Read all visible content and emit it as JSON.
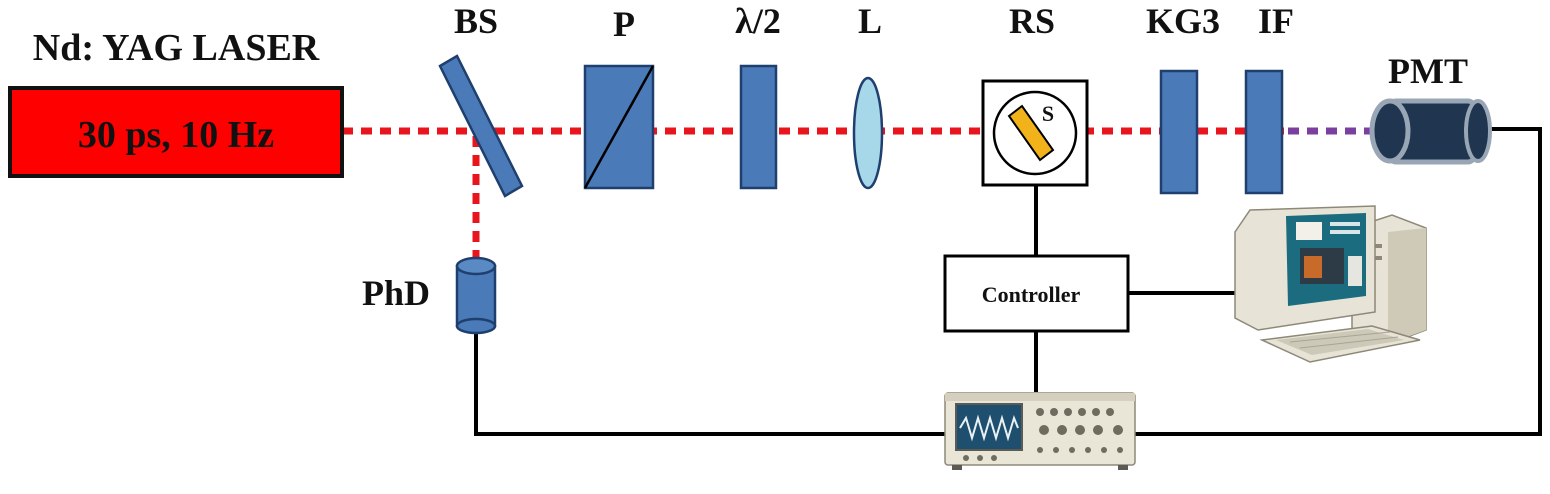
{
  "labels": {
    "laser_title": "Nd: YAG LASER",
    "laser_spec": "30 ps, 10 Hz",
    "beam_splitter": "BS",
    "polarizer": "P",
    "half_wave": "λ/2",
    "lens": "L",
    "rotation_stage": "RS",
    "sample": "S",
    "filter_kg3": "KG3",
    "interference_filter": "IF",
    "photomultiplier": "PMT",
    "photodiode": "PhD",
    "controller": "Controller"
  },
  "colors": {
    "laser_box": "#ff0000",
    "beam_red": "#e8141e",
    "beam_purple": "#7b3fa0",
    "optic_blue": "#4a7ab8",
    "optic_outline": "#1f3f6e",
    "lens_fill": "#a7d8ea",
    "sample_fill": "#f2b21a",
    "pmt_dark": "#1f3550",
    "wire": "#000000"
  },
  "icons": {
    "computer": "desktop-computer-icon",
    "oscilloscope": "oscilloscope-icon"
  }
}
